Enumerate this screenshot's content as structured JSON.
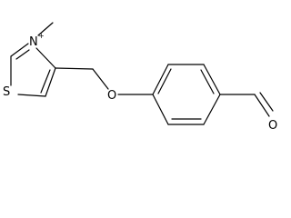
{
  "molecule": {
    "atoms": {
      "sulfur": "S",
      "nitrogen": "N",
      "nitrogen_charge": "+",
      "ether_oxygen": "O",
      "aldehyde_oxygen": "O"
    }
  }
}
